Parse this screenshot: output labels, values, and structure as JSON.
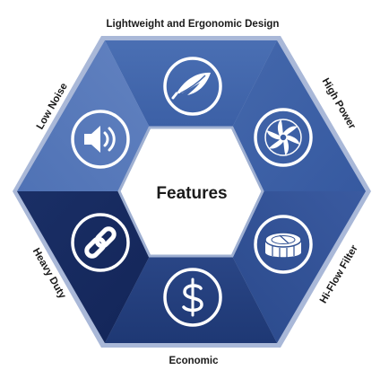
{
  "center": {
    "title": "Features"
  },
  "colors": {
    "outline": "#a9b8d8",
    "top": "#3f65ab",
    "top_right": "#3b5fa6",
    "bottom_right": "#2f4f92",
    "bottom": "#1f3a7a",
    "bottom_left": "#16295d",
    "top_left": "#5577b8",
    "icon": "#ffffff",
    "center_fill": "#ffffff"
  },
  "segments": [
    {
      "label": "Lightweight and Ergonomic Design",
      "icon": "feather-icon"
    },
    {
      "label": "High Power",
      "icon": "fan-icon"
    },
    {
      "label": "Hi-Flow Filter",
      "icon": "filter-icon"
    },
    {
      "label": "Economic",
      "icon": "dollar-icon"
    },
    {
      "label": "Heavy Duty",
      "icon": "chain-link-icon"
    },
    {
      "label": "Low Noise",
      "icon": "speaker-icon"
    }
  ]
}
